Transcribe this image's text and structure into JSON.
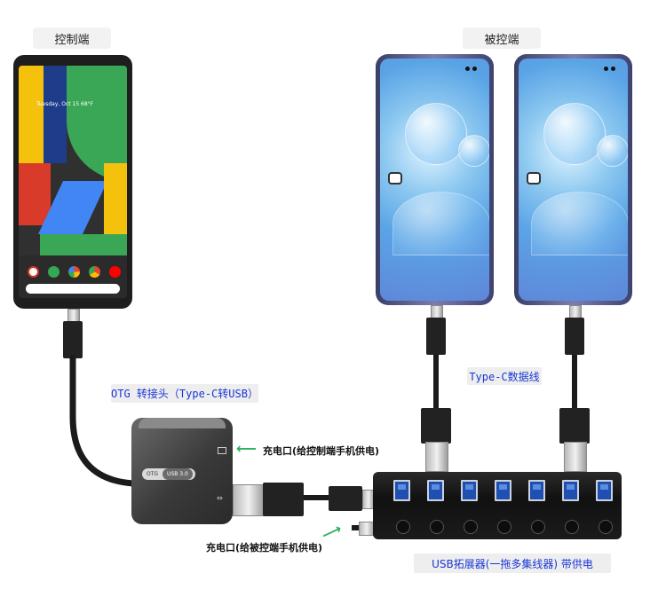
{
  "labels": {
    "controller": "控制端",
    "controlled": "被控端",
    "otg": "OTG 转接头（Type-C转USB）",
    "typec_cable": "Type-C数据线",
    "charge_controller": "充电口(给控制端手机供电)",
    "charge_controlled": "充电口(给被控端手机供电)",
    "hub": "USB拓展器(一拖多集线器) 带供电"
  },
  "phone_screen": {
    "date_weather": "Tuesday, Oct 15  68°F"
  },
  "otg_device": {
    "label_otg": "OTG",
    "label_usb": "USB 3.0"
  },
  "colors": {
    "label_blue": "#1a36d6",
    "arrow_green": "#2db25f",
    "port_blue": "#1f4fb0"
  }
}
